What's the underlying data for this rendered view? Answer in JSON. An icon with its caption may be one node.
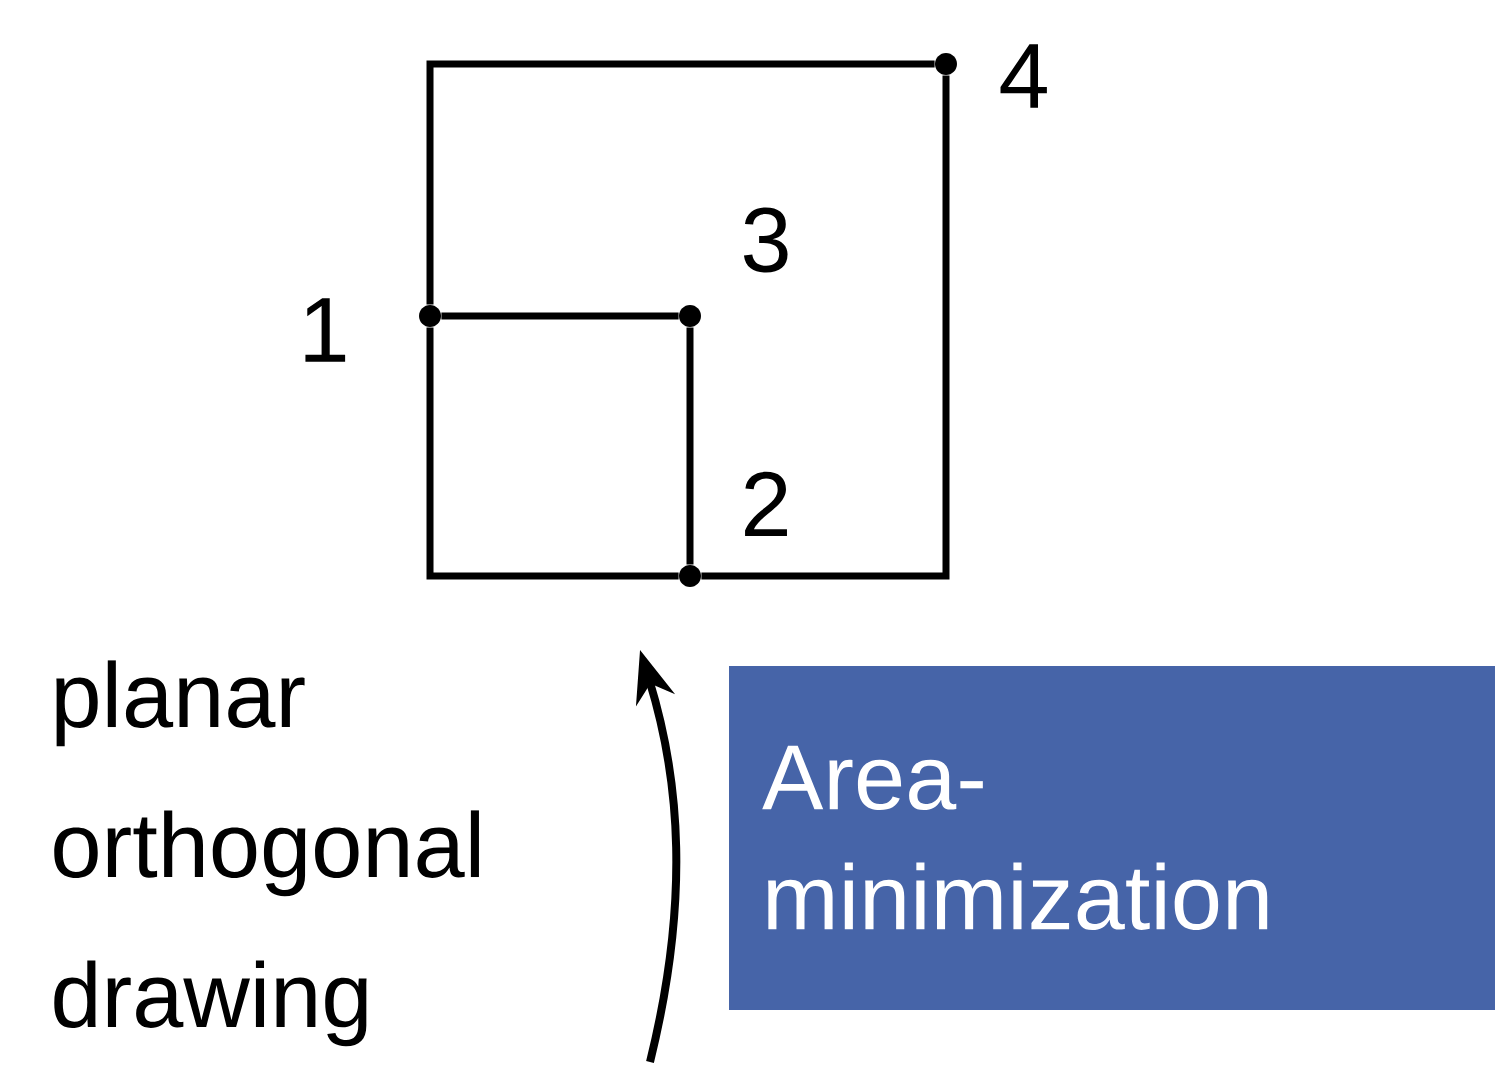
{
  "diagram": {
    "nodes": [
      {
        "text": [],
        "shape": "circle",
        "beside": [
          "1"
        ]
      },
      {
        "text": [],
        "shape": "circle",
        "beside": [
          "2"
        ]
      },
      {
        "text": [],
        "shape": "circle",
        "beside": [
          "3"
        ]
      },
      {
        "text": [],
        "shape": "circle",
        "beside": [
          "4"
        ]
      },
      {
        "text": [
          "Area-minimization"
        ]
      }
    ],
    "edges": [
      {
        "from": 0,
        "to": 2,
        "arrow": "none"
      },
      {
        "from": 2,
        "to": 1,
        "arrow": "none"
      },
      {
        "from": 0,
        "to": 1,
        "arrow": "none"
      },
      {
        "from": 0,
        "to": 3,
        "arrow": "none"
      },
      {
        "from": 1,
        "to": 3,
        "arrow": "none"
      }
    ],
    "labels": [
      "planar orthogonal drawing"
    ]
  }
}
